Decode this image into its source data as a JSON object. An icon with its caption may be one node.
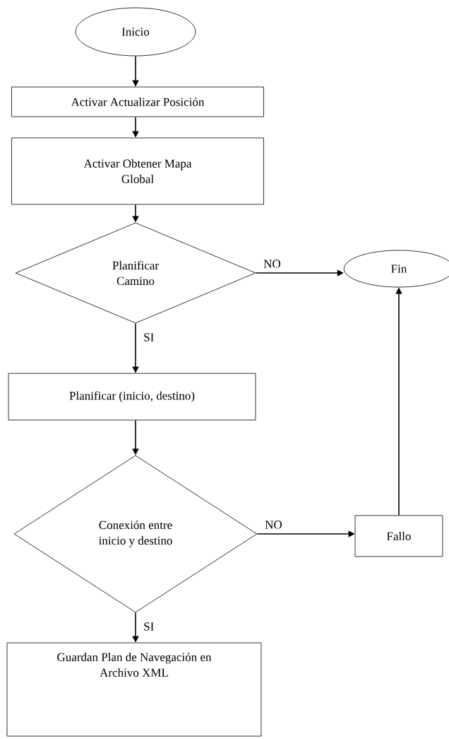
{
  "diagram": {
    "nodes": [
      {
        "text": [
          "Inicio"
        ]
      },
      {
        "text": [
          "Activar Actualizar Posición"
        ]
      },
      {
        "text": [
          "Activar Obtener Mapa Global"
        ]
      },
      {
        "text": [
          "Planificar Camino"
        ]
      },
      {
        "text": [
          "Fin"
        ]
      },
      {
        "text": [
          "Planificar (inicio, destino)"
        ]
      },
      {
        "text": [
          "Conexión entre inicio y destino"
        ]
      },
      {
        "text": [
          "Fallo"
        ]
      },
      {
        "text": [
          "Guardan Plan de Navegación en Archivo XML"
        ]
      }
    ],
    "edges": [
      {
        "from": 0,
        "to": 1,
        "arrow": "to"
      },
      {
        "from": 1,
        "to": 2,
        "arrow": "to"
      },
      {
        "from": 2,
        "to": 3,
        "arrow": "to"
      },
      {
        "from": 3,
        "to": 4,
        "arrow": "to",
        "label": "NO"
      },
      {
        "from": 3,
        "to": 5,
        "arrow": "to",
        "label": "SI"
      },
      {
        "from": 5,
        "to": 6,
        "arrow": "to"
      },
      {
        "from": 6,
        "to": 7,
        "arrow": "to",
        "label": "NO"
      },
      {
        "from": 7,
        "to": 4,
        "arrow": "to"
      },
      {
        "from": 6,
        "to": 8,
        "arrow": "to",
        "label": "SI"
      }
    ]
  }
}
